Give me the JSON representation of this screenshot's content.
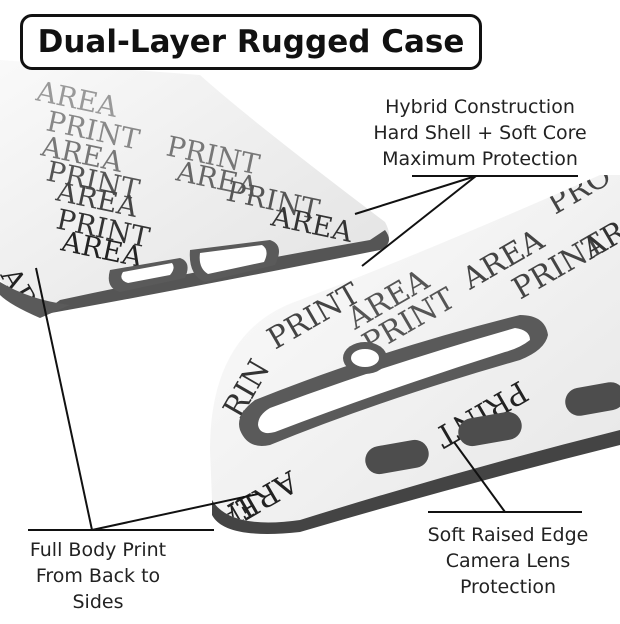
{
  "title": "Dual-Layer Rugged Case",
  "callouts": {
    "hybrid": [
      "Hybrid Construction",
      "Hard Shell + Soft Core",
      "Maximum Protection"
    ],
    "full_body": [
      "Full Body Print",
      "From Back to",
      "Sides"
    ],
    "soft_edge": [
      "Soft Raised Edge",
      "Camera Lens",
      "Protection"
    ]
  },
  "print_pattern_words": [
    "AREA",
    "PRINT"
  ],
  "colors": {
    "case_shell": "#f1f1f1",
    "bumper": "#5a5a5a",
    "text": "#222222",
    "pattern_text": "#555555"
  }
}
